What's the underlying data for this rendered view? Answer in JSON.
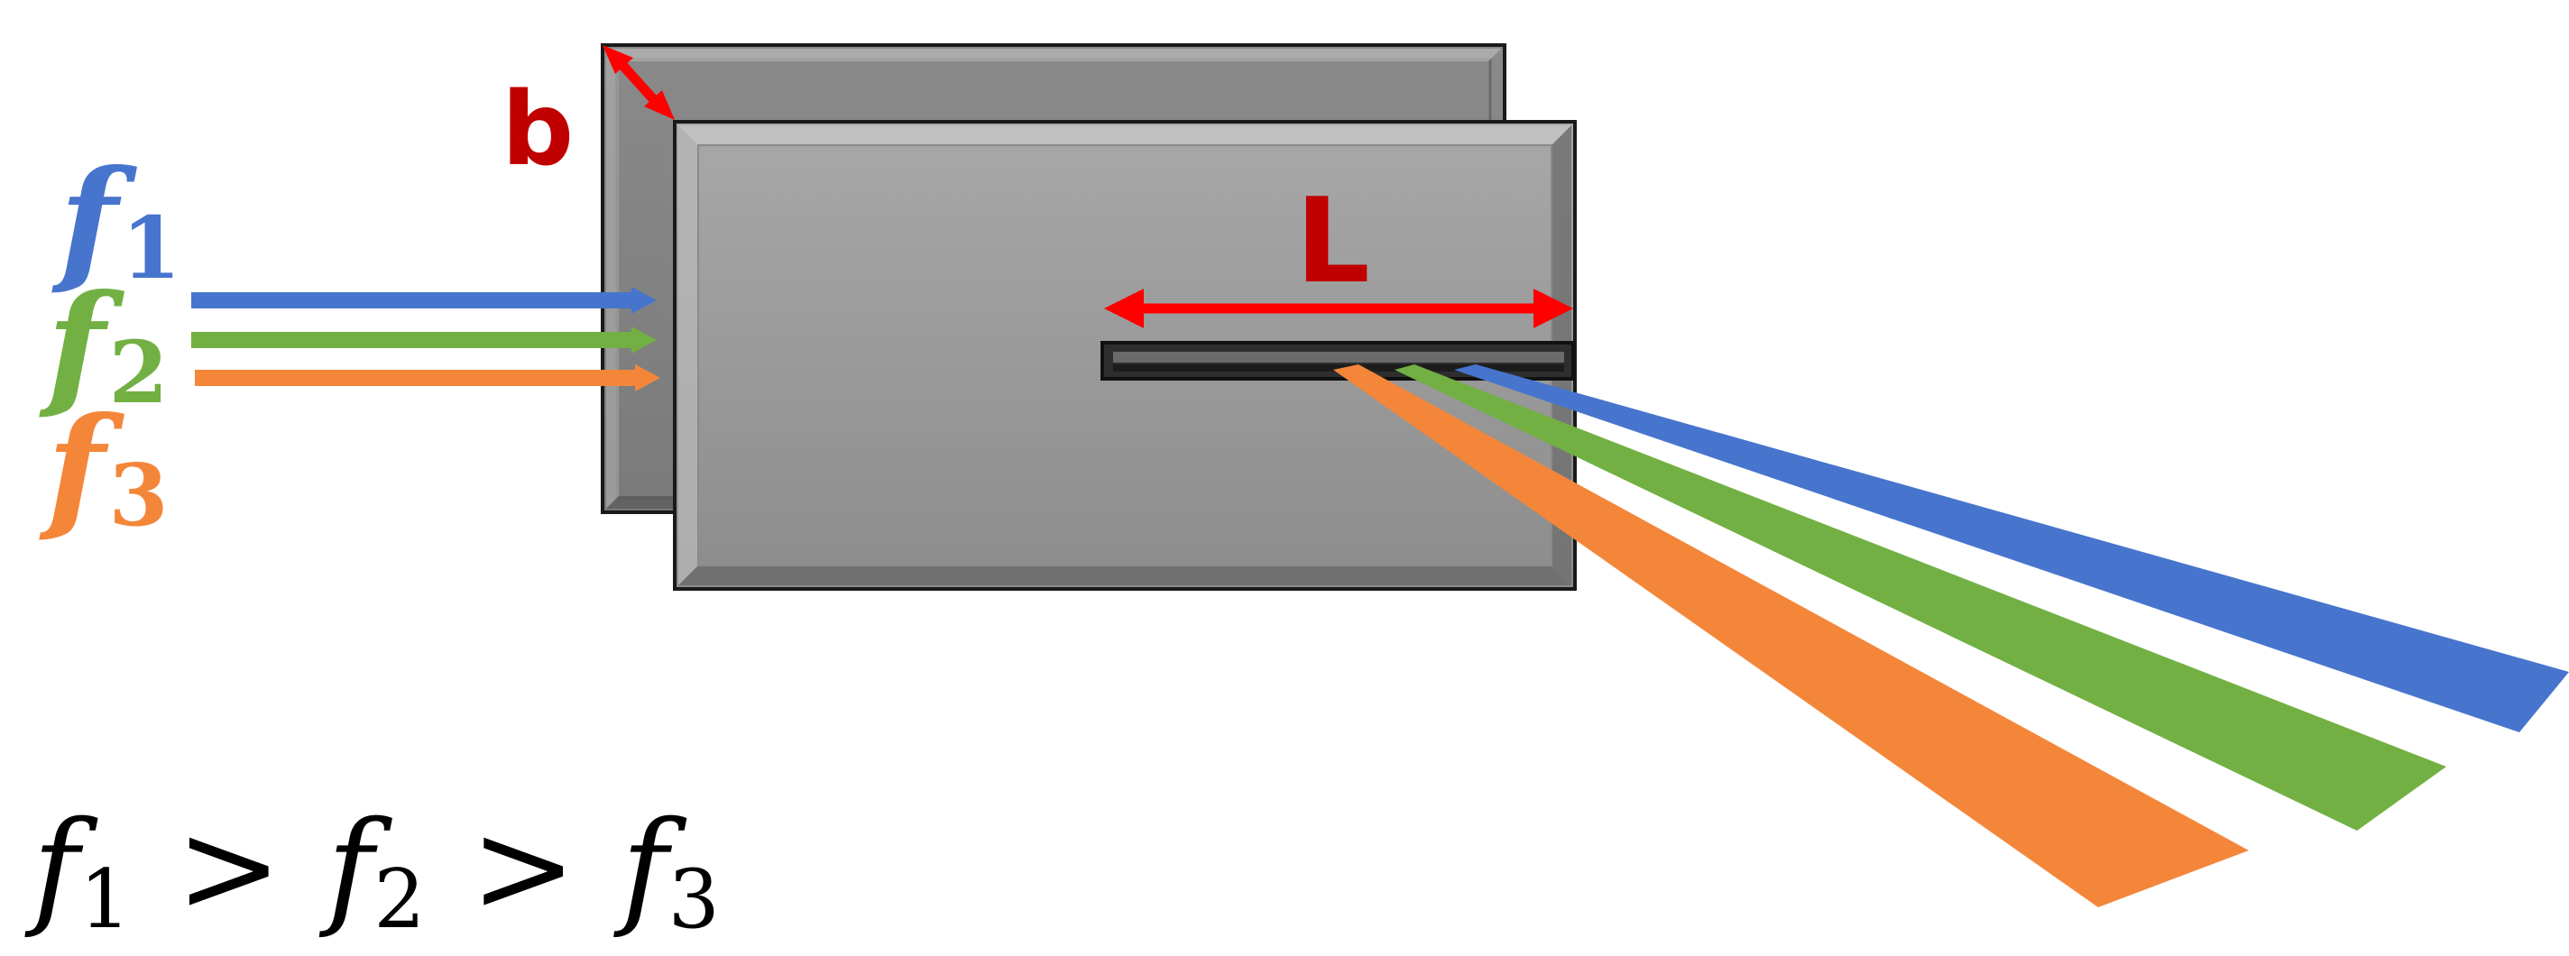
{
  "labels": {
    "b": "b",
    "L": "L"
  },
  "frequencies": [
    {
      "symbol": "f",
      "subscript": "1",
      "color": "#4775CD"
    },
    {
      "symbol": "f",
      "subscript": "2",
      "color": "#72B043"
    },
    {
      "symbol": "f",
      "subscript": "3",
      "color": "#F4863A"
    }
  ],
  "relation": {
    "terms": [
      {
        "symbol": "f",
        "subscript": "1"
      },
      {
        "symbol": "f",
        "subscript": "2"
      },
      {
        "symbol": "f",
        "subscript": "3"
      }
    ],
    "operator": ">"
  },
  "colors": {
    "dimension_arrow": "#FF0000",
    "dimension_text": "#C00000",
    "plate_fill": "#A6A6A6",
    "plate_border": "#1a1a1a",
    "slot_fill": "#3a3a3a",
    "text": "#000000"
  }
}
